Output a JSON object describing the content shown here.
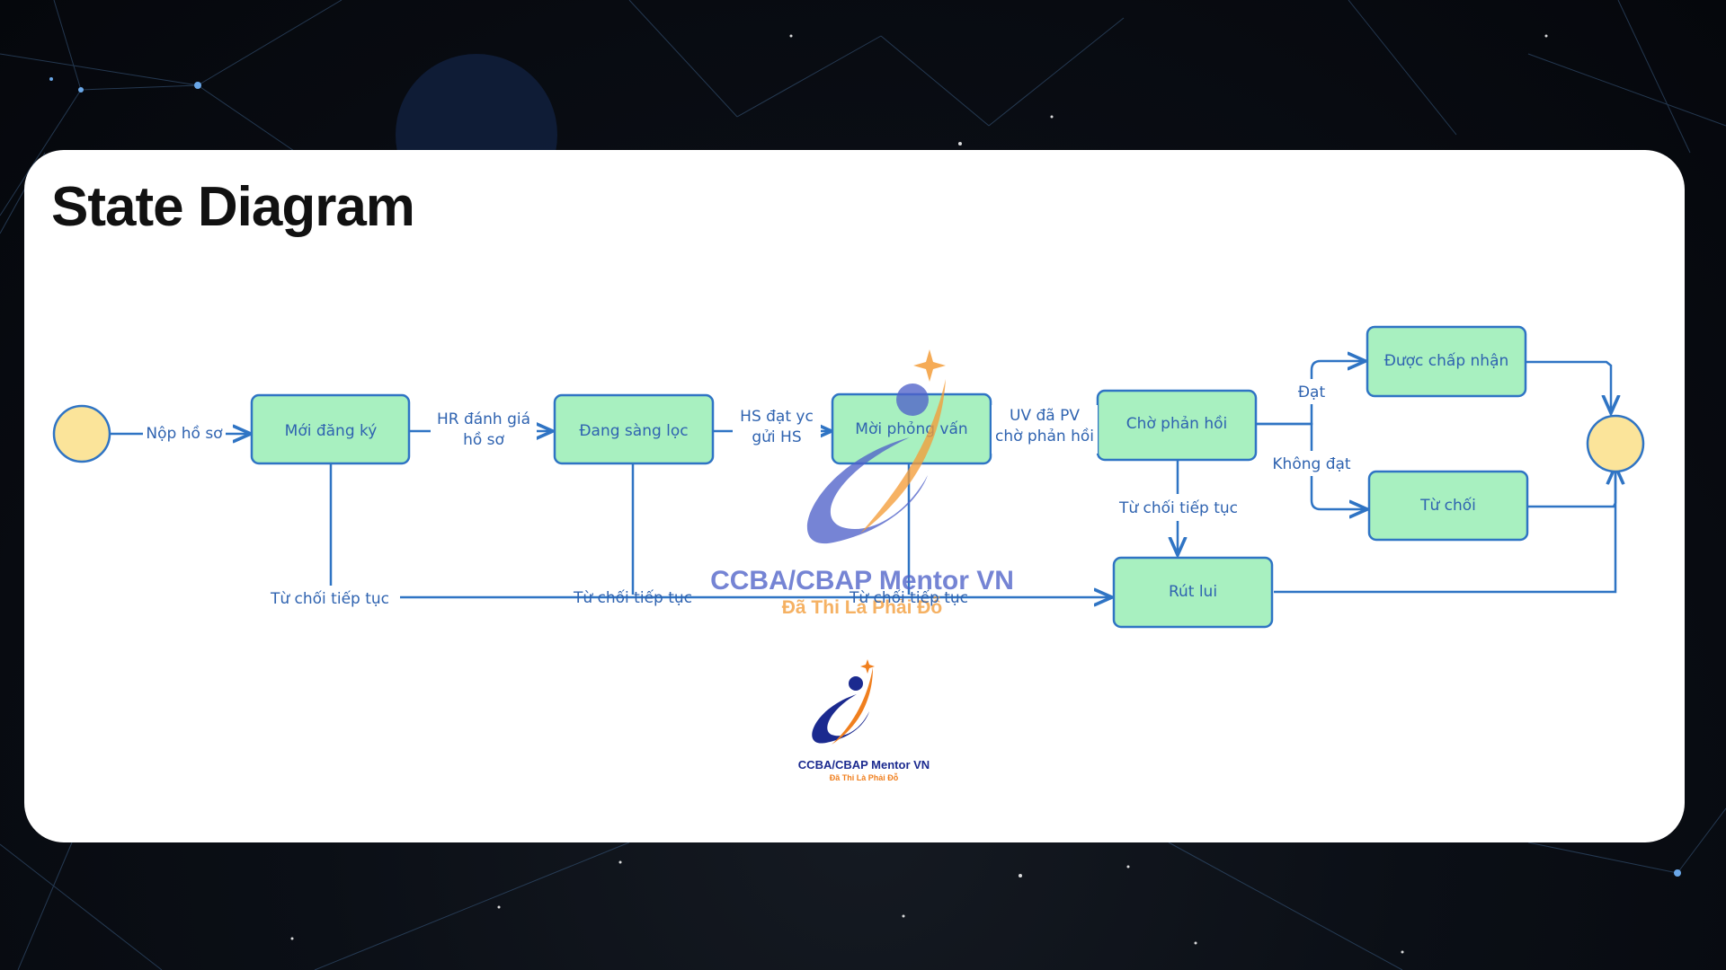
{
  "slide": {
    "title": "State Diagram"
  },
  "states": {
    "s1": "Mới đăng ký",
    "s2": "Đang sàng lọc",
    "s3": "Mời phỏng vấn",
    "s4": "Chờ phản hồi",
    "s5": "Được chấp nhận",
    "s6": "Từ chối",
    "s7": "Rút lui"
  },
  "transitions": {
    "t_start": "Nộp hồ sơ",
    "t1_line1": "HR đánh giá",
    "t1_line2": "hồ sơ",
    "t2_line1": "HS đạt yc",
    "t2_line2": "gửi HS",
    "t3_line1": "UV đã PV",
    "t3_line2": "chờ phản hồi",
    "t_pass": "Đạt",
    "t_fail": "Không đạt",
    "t_withdraw_1": "Từ chối tiếp tục",
    "t_withdraw_2": "Từ chối tiếp tục",
    "t_withdraw_3": "Từ chối tiếp tục",
    "t_withdraw_4": "Từ chối tiếp tục"
  },
  "watermark": {
    "title": "CCBA/CBAP Mentor VN",
    "subtitle": "Đã Thi Là Phải Đỗ"
  },
  "logo": {
    "title": "CCBA/CBAP Mentor VN",
    "subtitle": "Đã Thi Là Phải Đỗ"
  },
  "colors": {
    "state_fill": "#a8f0c0",
    "state_stroke": "#2f74c4",
    "pseudo_fill": "#fbe49a",
    "arrow": "#2f74c4",
    "watermark_blue": "#4f62c9",
    "watermark_orange": "#f39c38"
  }
}
